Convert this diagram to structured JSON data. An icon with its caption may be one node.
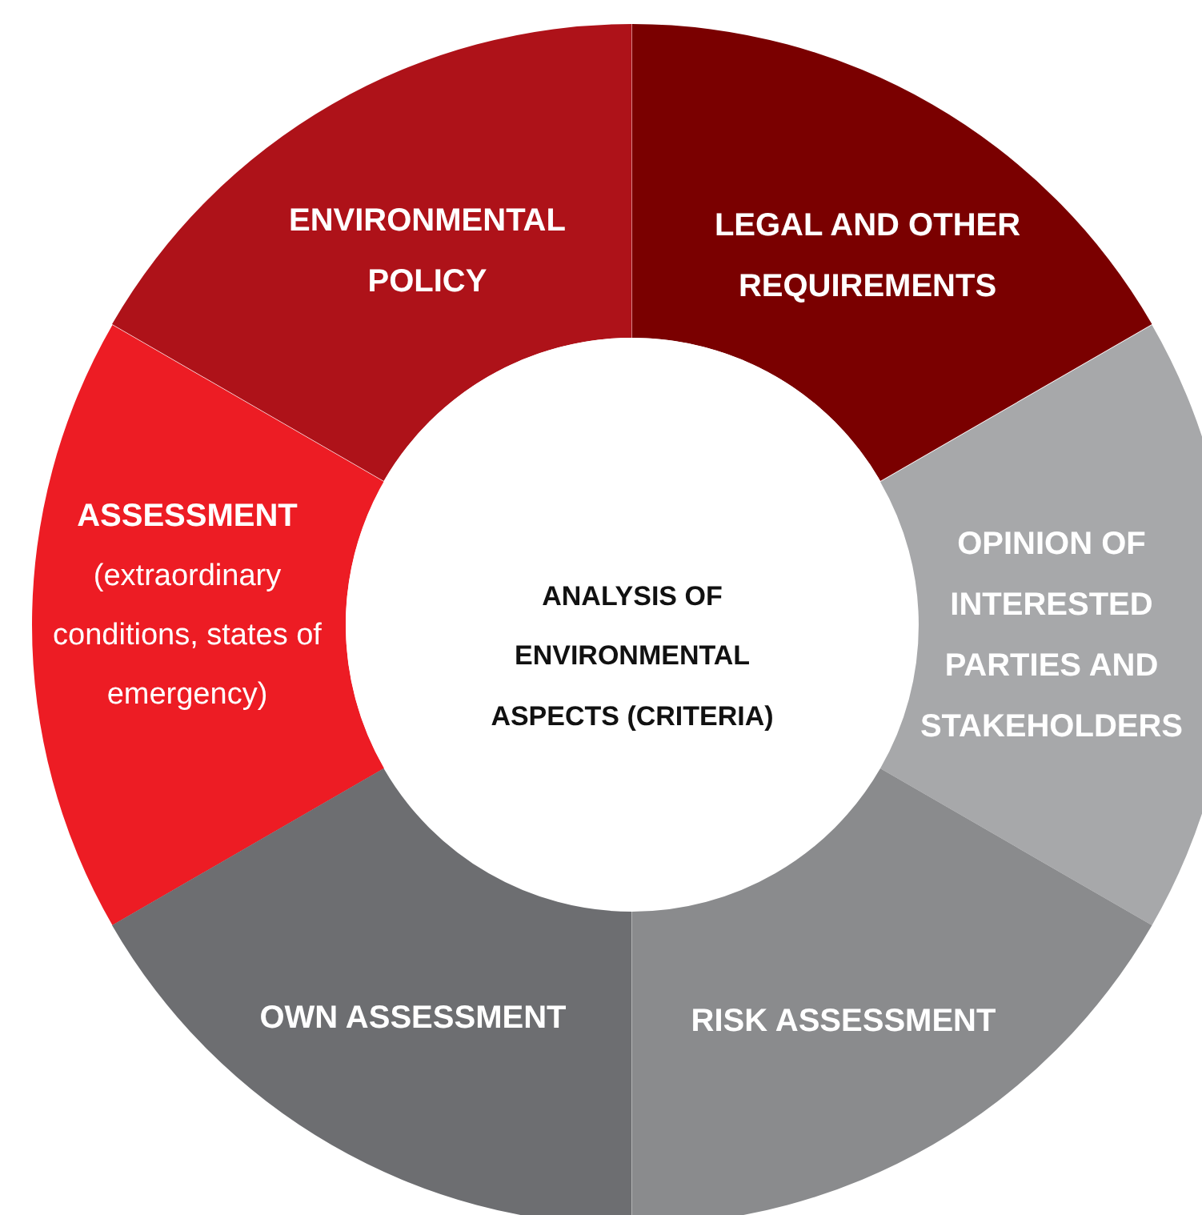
{
  "diagram": {
    "nodes": [
      {
        "text": [
          "ENVIRONMENTAL POLICY"
        ]
      },
      {
        "text": [
          "LEGAL AND OTHER REQUIREMENTS"
        ]
      },
      {
        "text": [
          "ASSESSMENT",
          "(extraordinary conditions, states of emergency)"
        ]
      },
      {
        "text": [
          "ANALYSIS OF ENVIRONMENTAL ASPECTS (CRITERIA)"
        ]
      },
      {
        "text": [
          "OPINION OF INTERESTED PARTIES AND STAKEHOLDERS"
        ]
      },
      {
        "text": [
          "OWN ASSESSMENT"
        ]
      },
      {
        "text": [
          "RISK ASSESSMENT"
        ]
      }
    ]
  }
}
